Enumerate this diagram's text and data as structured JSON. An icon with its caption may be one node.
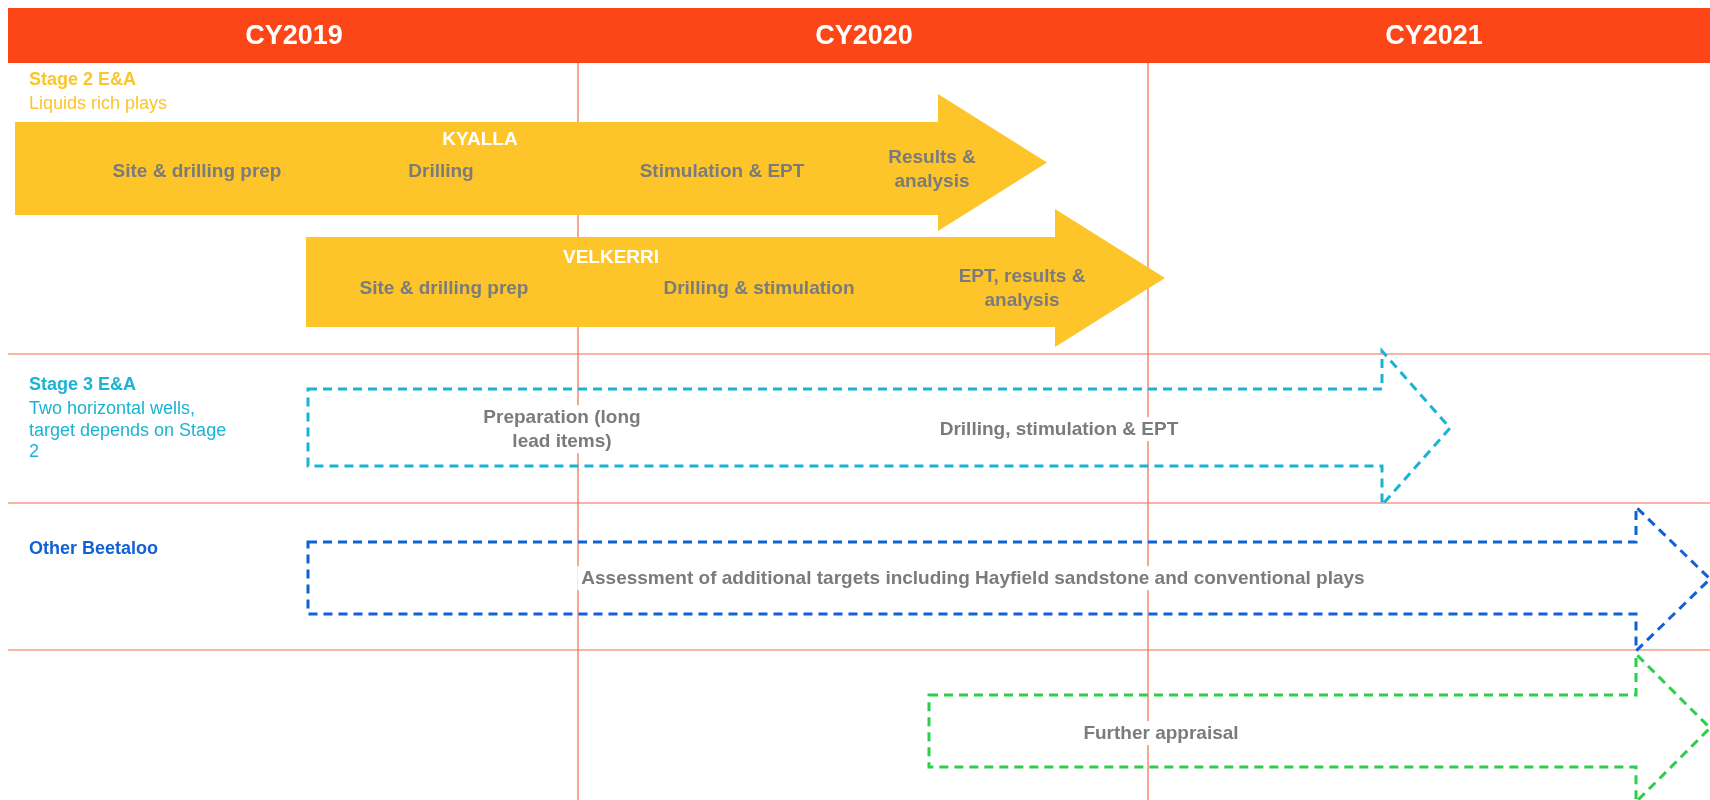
{
  "diagram": {
    "nodes": [
      {
        "text": [
          "KYALLA",
          "Site & drilling prep",
          "Drilling",
          "Stimulation & EPT",
          "Results & analysis"
        ]
      },
      {
        "text": [
          "VELKERRI",
          "Site & drilling prep",
          "Drilling & stimulation",
          "EPT, results & analysis"
        ]
      },
      {
        "text": [
          "Preparation (long lead items)",
          "Drilling, stimulation & EPT"
        ]
      },
      {
        "text": [
          "Assessment of additional targets including Hayfield sandstone and conventional plays"
        ]
      },
      {
        "text": [
          "Further appraisal"
        ]
      }
    ],
    "edges": [],
    "labels": [
      "CY2019",
      "CY2020",
      "CY2021",
      "Stage 2 E&A",
      "Liquids rich plays",
      "Stage 3 E&A",
      "Two horizontal wells, target depends on Stage 2",
      "Other Beetaloo"
    ]
  }
}
